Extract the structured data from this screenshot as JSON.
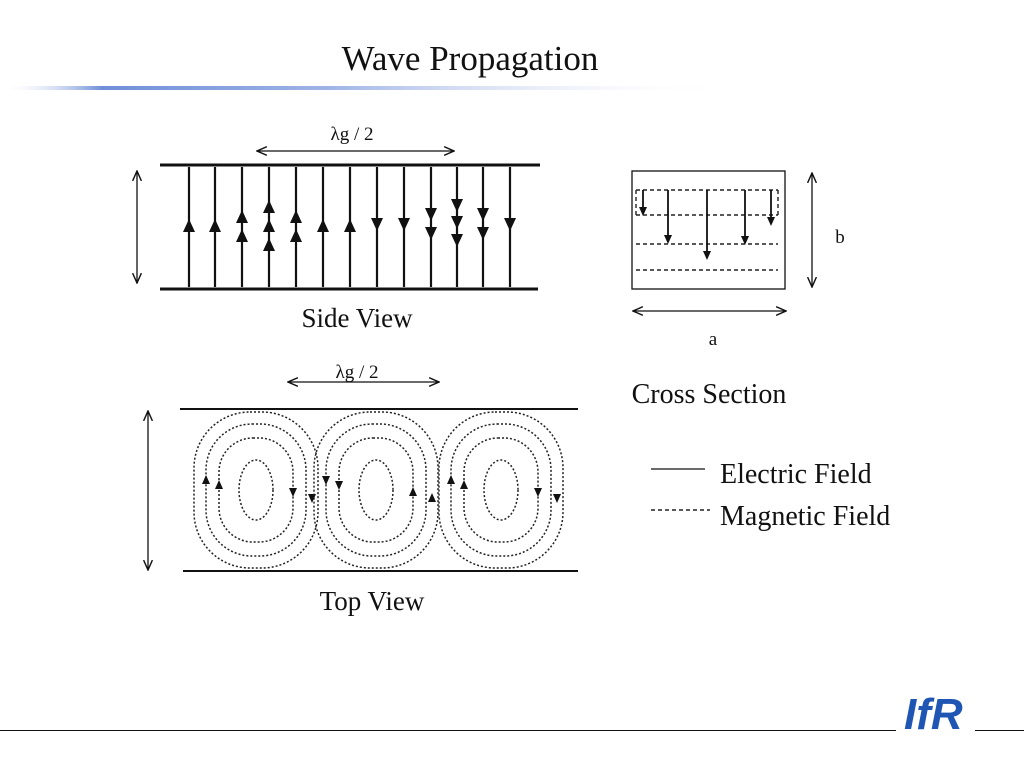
{
  "slide": {
    "title": "Wave Propagation",
    "logo_text": "IfR",
    "accent_color": "#1f56b3"
  },
  "side_view": {
    "wavelength_label": "λg / 2",
    "caption": "Side View"
  },
  "cross_section": {
    "dim_a": "a",
    "dim_b": "b",
    "caption": "Cross Section"
  },
  "top_view": {
    "wavelength_label": "λg / 2",
    "caption": "Top View"
  },
  "legend": {
    "electric": "Electric Field",
    "magnetic": "Magnetic Field"
  }
}
